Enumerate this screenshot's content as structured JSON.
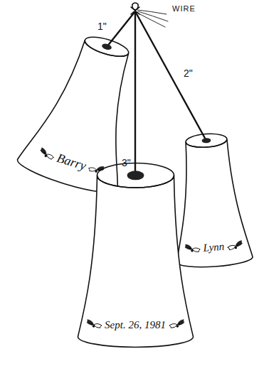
{
  "diagram": {
    "nodes": [
      {
        "text": [
          "Barry"
        ]
      },
      {
        "text": [
          "Lynn"
        ]
      },
      {
        "text": [
          "Sept. 26, 1981"
        ]
      }
    ],
    "labels": [
      "WIRE",
      "1\"",
      "2\"",
      "3\""
    ]
  }
}
